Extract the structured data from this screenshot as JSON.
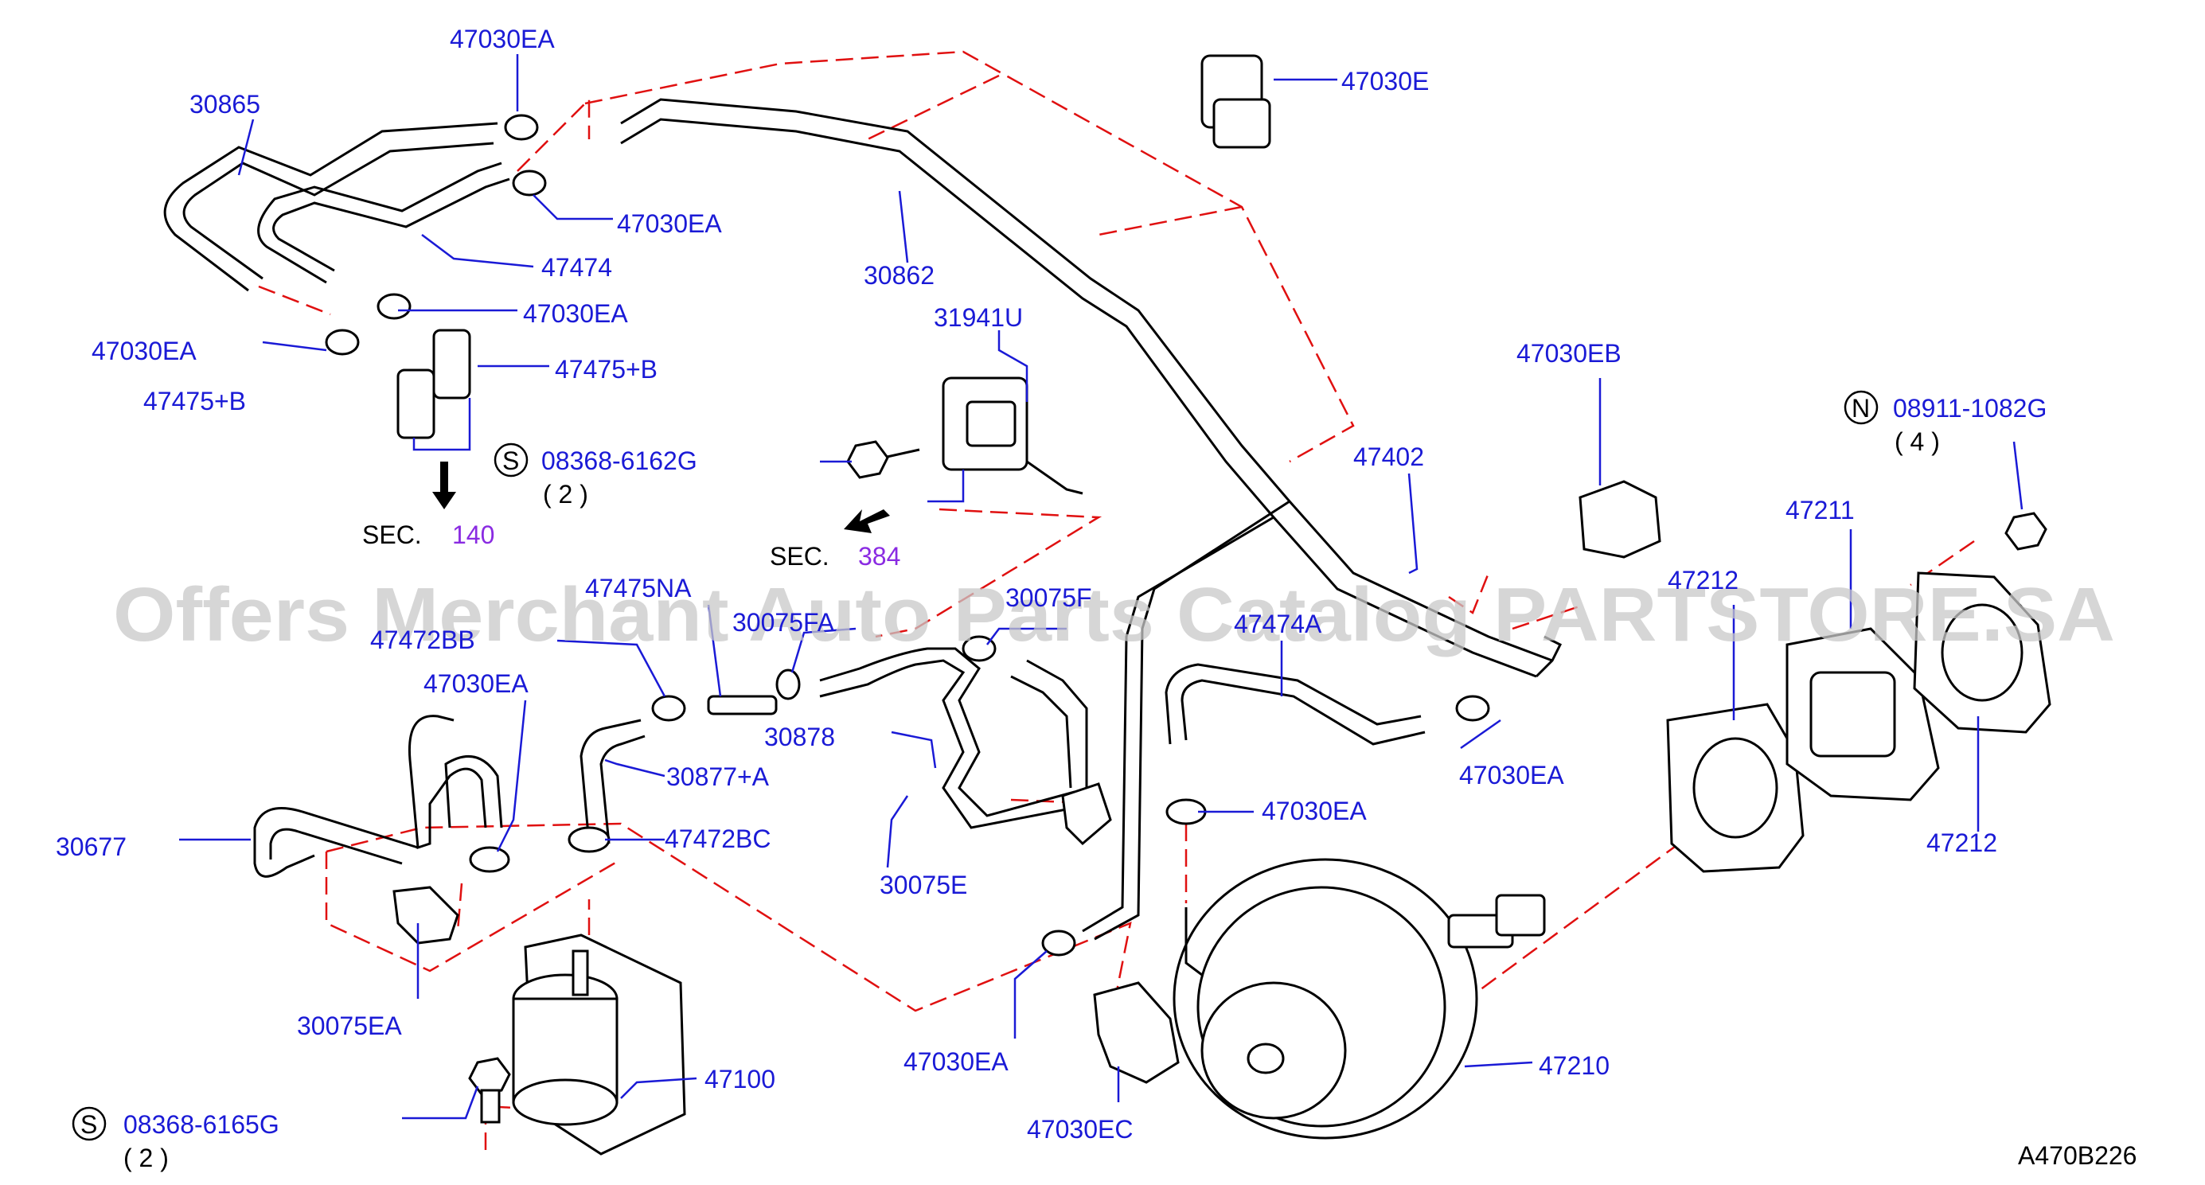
{
  "watermark": "Offers Merchant Auto Parts Catalog PARTSTORE.SA",
  "figure_code": "A470B226",
  "sections": [
    {
      "prefix": "SEC.",
      "number": "140"
    },
    {
      "prefix": "SEC.",
      "number": "384"
    }
  ],
  "bolts": [
    {
      "symbol": "S",
      "part": "08368-6162G",
      "qty": "( 2 )"
    },
    {
      "symbol": "S",
      "part": "08368-6165G",
      "qty": "( 2 )"
    },
    {
      "symbol": "N",
      "part": "08911-1082G",
      "qty": "( 4 )"
    }
  ],
  "labels": [
    "47030EA",
    "30865",
    "47030EA",
    "47474",
    "47030EA",
    "47030EA",
    "47475+B",
    "47475+B",
    "47030E",
    "30862",
    "31941U",
    "47030EB",
    "47402",
    "47211",
    "47212",
    "47212",
    "47475NA",
    "30075F",
    "30075FA",
    "47472BB",
    "47030EA",
    "30878",
    "30877+A",
    "47474A",
    "47030EA",
    "30677",
    "47472BC",
    "47030EA",
    "30075E",
    "30075EA",
    "47030EA",
    "47030EC",
    "47100",
    "47210"
  ]
}
